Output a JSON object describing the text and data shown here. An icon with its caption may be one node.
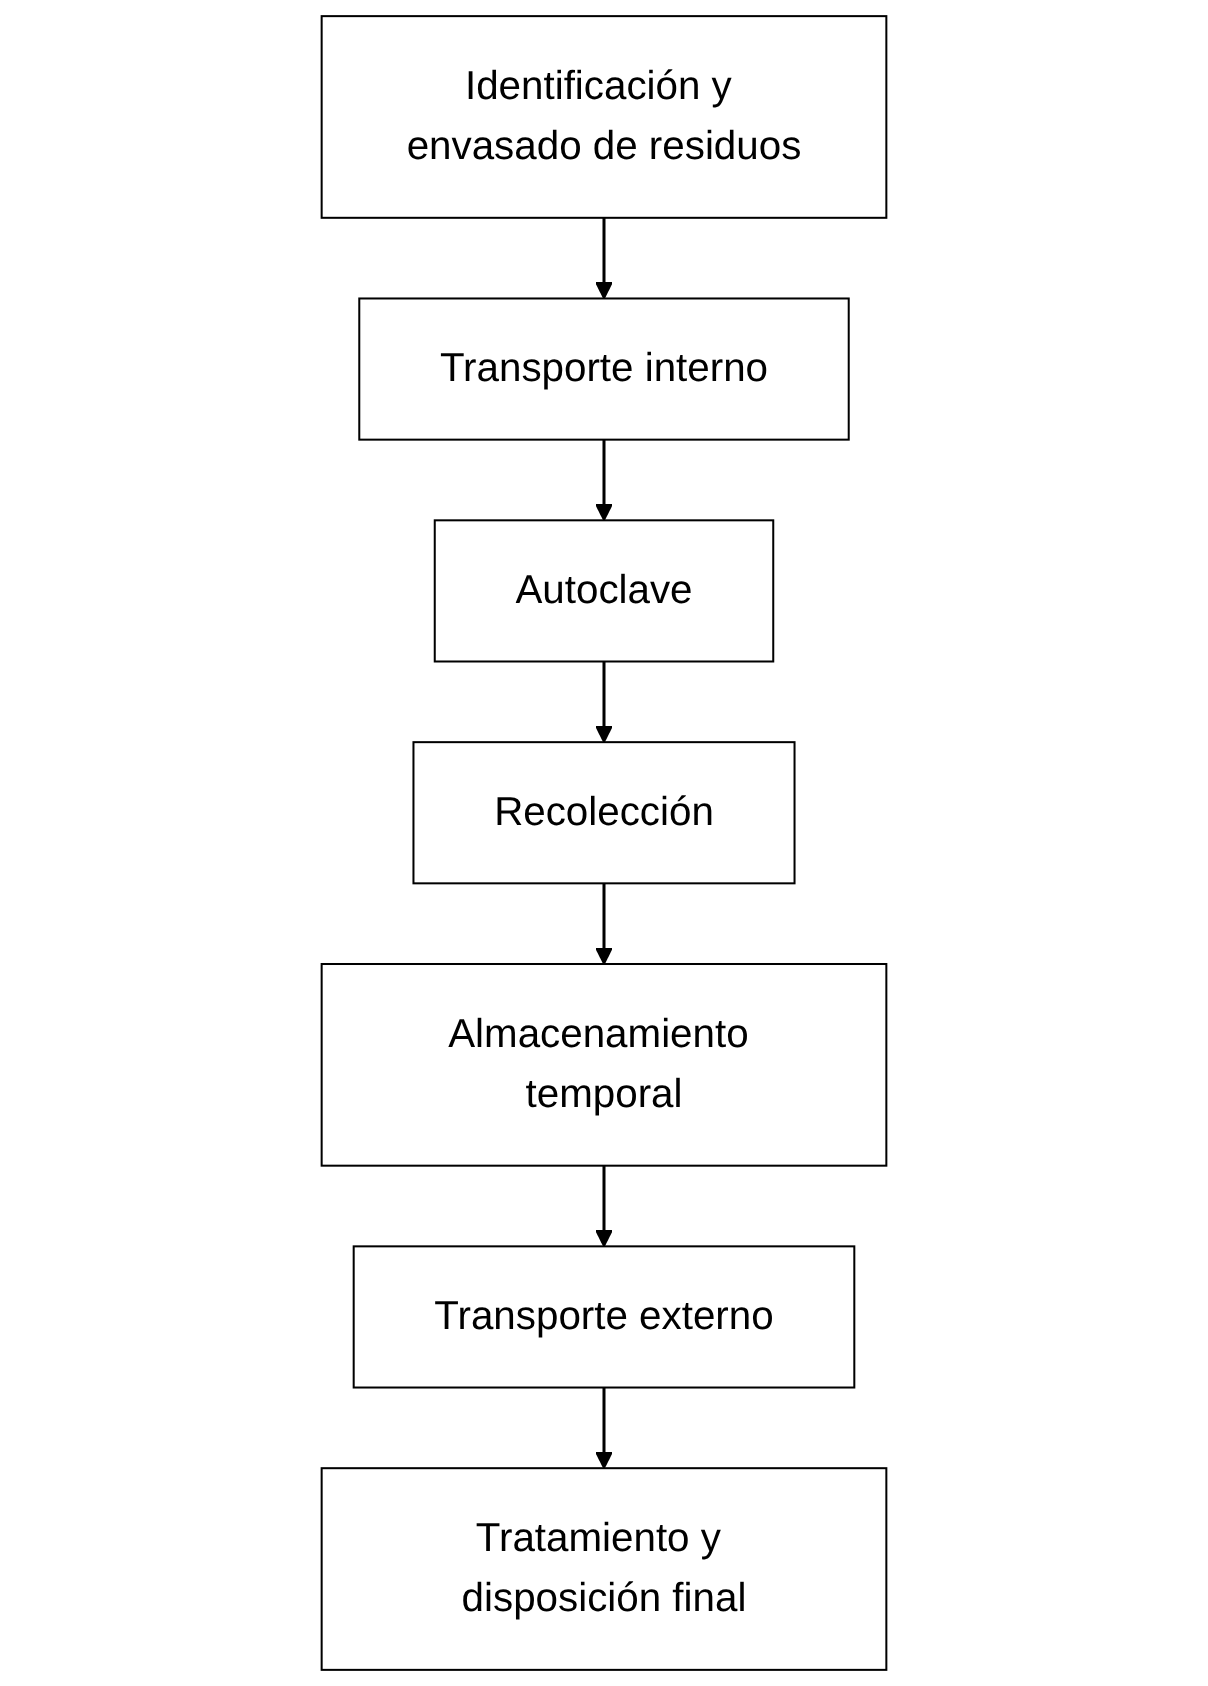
{
  "diagram": {
    "nodes": [
      {
        "text": [
          "Identificación y envasado de residuos"
        ]
      },
      {
        "text": [
          "Transporte interno"
        ]
      },
      {
        "text": [
          "Autoclave"
        ]
      },
      {
        "text": [
          "Recolección"
        ]
      },
      {
        "text": [
          "Almacenamiento temporal"
        ]
      },
      {
        "text": [
          "Transporte externo"
        ]
      },
      {
        "text": [
          "Tratamiento y disposición final"
        ]
      }
    ],
    "edges": [
      {
        "from": 0,
        "to": 1,
        "arrow": "to"
      },
      {
        "from": 1,
        "to": 2,
        "arrow": "to"
      },
      {
        "from": 2,
        "to": 3,
        "arrow": "to"
      },
      {
        "from": 3,
        "to": 4,
        "arrow": "to"
      },
      {
        "from": 4,
        "to": 5,
        "arrow": "to"
      },
      {
        "from": 5,
        "to": 6,
        "arrow": "to"
      }
    ]
  }
}
